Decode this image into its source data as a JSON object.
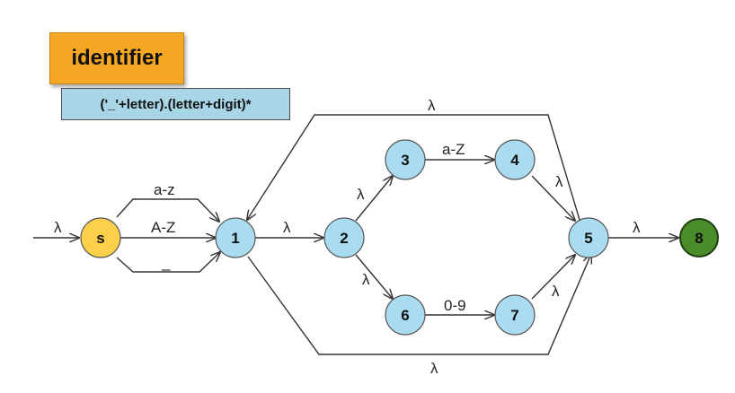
{
  "title": "identifier",
  "formula": "('_'+letter).(letter+digit)*",
  "colors": {
    "start": "#fcd04a",
    "normal": "#a9dcf0",
    "final": "#4a8c2a",
    "title_bg": "#f5a623",
    "formula_bg": "#a8d6e6"
  },
  "nodes": {
    "s": "s",
    "n1": "1",
    "n2": "2",
    "n3": "3",
    "n4": "4",
    "n5": "5",
    "n6": "6",
    "n7": "7",
    "n8": "8"
  },
  "edges": {
    "in": "λ",
    "s_1_top": "a-z",
    "s_1_mid": "A-Z",
    "s_1_bot": "_",
    "e1_2": "λ",
    "e2_3": "λ",
    "e2_6": "λ",
    "e3_4": "a-Z",
    "e6_7": "0-9",
    "e4_5": "λ",
    "e7_5": "λ",
    "e5_1_back": "λ",
    "e1_5_skip": "λ",
    "e5_8": "λ"
  }
}
